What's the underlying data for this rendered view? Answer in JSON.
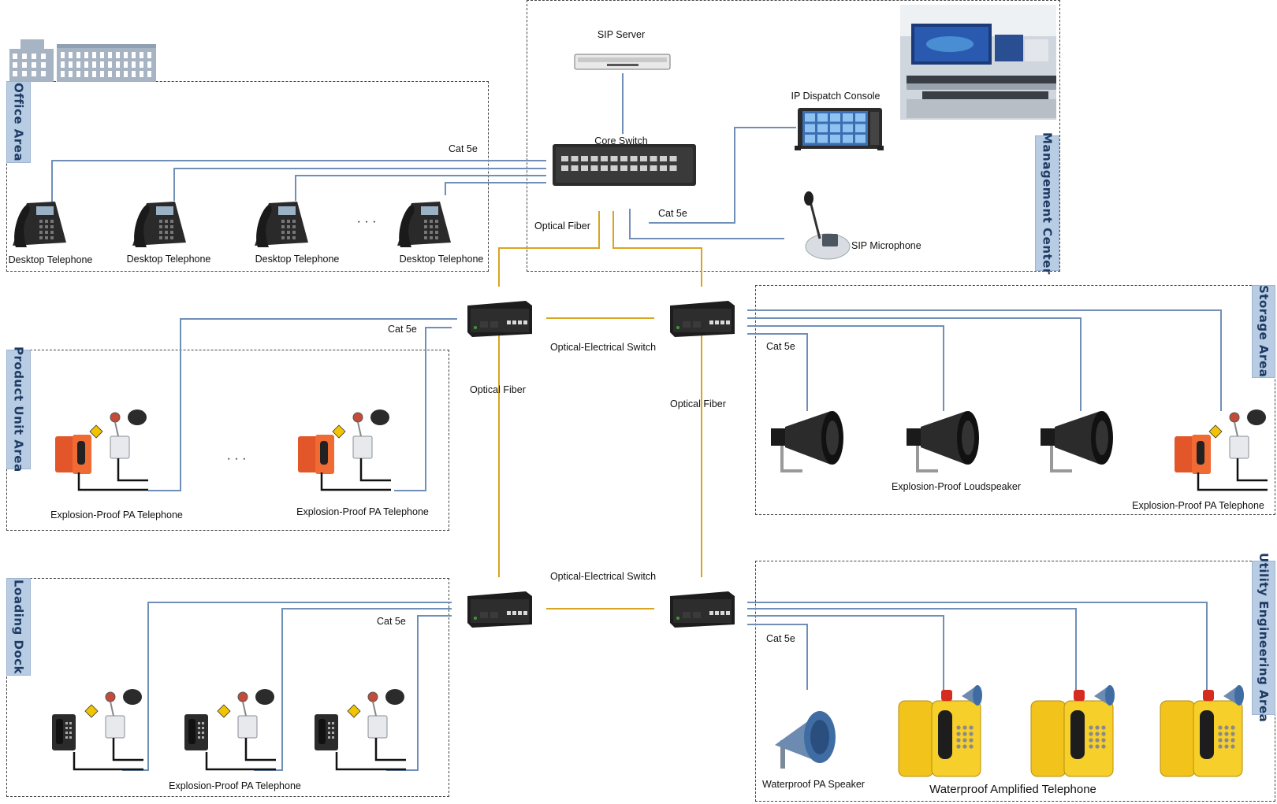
{
  "zones": {
    "office": "Office Area",
    "management": "Management Center",
    "product": "Product Unit Area",
    "storage": "Storage Area",
    "loading": "Loading Dock",
    "utility": "Utility Engineering Area"
  },
  "labels": {
    "sip_server": "SIP Server",
    "core_switch": "Core Switch",
    "ip_dispatch_console": "IP Dispatch Console",
    "sip_microphone": "SIP Microphone",
    "cat5e": "Cat 5e",
    "optical_fiber": "Optical Fiber",
    "optical_electrical_switch": "Optical-Electrical Switch",
    "desktop_telephone": "Desktop Telephone",
    "explosion_proof_pa_telephone": "Explosion-Proof PA Telephone",
    "explosion_proof_loudspeaker": "Explosion-Proof Loudspeaker",
    "waterproof_pa_speaker": "Waterproof PA Speaker",
    "waterproof_amplified_telephone": "Waterproof Amplified Telephone",
    "ellipsis": "· · ·"
  },
  "colors": {
    "copper_line": "#6f8fb7",
    "fiber_line": "#d9a520",
    "zone_tag": "#b8cce4"
  }
}
